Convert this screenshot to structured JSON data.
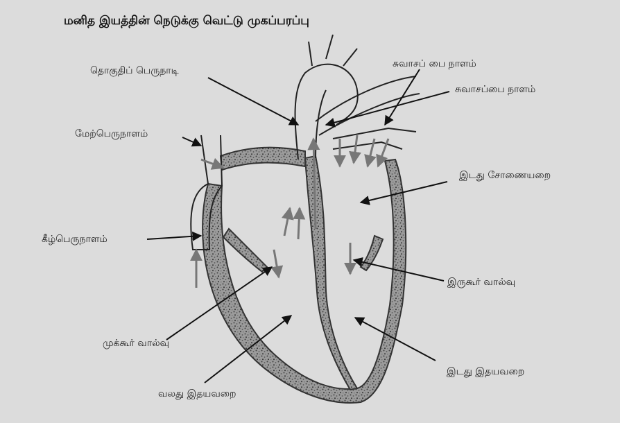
{
  "title": "மனித இயத்தின் நெடுக்கு வெட்டு முகப்பரப்பு",
  "labels": {
    "aorta": "தொகுதிப் பெருநாடி",
    "pulmonary_artery": "சுவாசப் பை நாளம்",
    "pulmonary_vein": "சுவாசப்பை நாளம்",
    "superior_vena_cava": "மேற்பெருநாளம்",
    "left_atrium": "இடது சோணையறை",
    "inferior_vena_cava": "கீழ்பெருநாளம்",
    "bicuspid_valve": "இருகூர் வால்வு",
    "tricuspid_valve": "முக்கூர் வால்வு",
    "left_ventricle": "இடது இதயவறை",
    "right_ventricle": "வலது இதயவறை"
  }
}
